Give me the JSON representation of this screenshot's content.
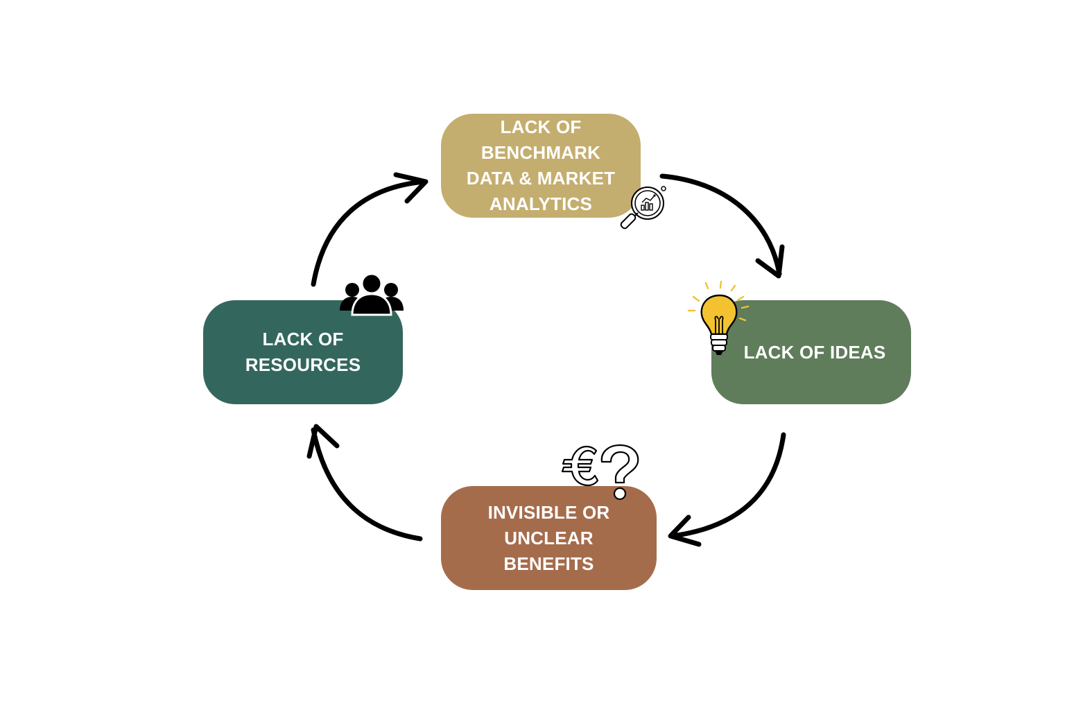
{
  "diagram": {
    "nodes": [
      {
        "id": "benchmark",
        "lines": [
          "LACK OF BENCHMARK",
          "DATA & MARKET",
          "ANALYTICS"
        ],
        "color": "#c4ae6f",
        "icon": "magnifier-chart-icon"
      },
      {
        "id": "ideas",
        "lines": [
          "LACK OF IDEAS"
        ],
        "color": "#5f7c5b",
        "icon": "lightbulb-icon"
      },
      {
        "id": "benefits",
        "lines": [
          "INVISIBLE OR UNCLEAR",
          "BENEFITS"
        ],
        "color": "#a56c4c",
        "icon": "euro-question-icon"
      },
      {
        "id": "resources",
        "lines": [
          "LACK OF",
          "RESOURCES"
        ],
        "color": "#33675e",
        "icon": "people-group-icon"
      }
    ],
    "edges": [
      {
        "from": "benchmark",
        "to": "ideas"
      },
      {
        "from": "ideas",
        "to": "benefits"
      },
      {
        "from": "benefits",
        "to": "resources"
      },
      {
        "from": "resources",
        "to": "benchmark"
      }
    ],
    "arrow_color": "#000000",
    "bulb_color": "#f2c230"
  }
}
